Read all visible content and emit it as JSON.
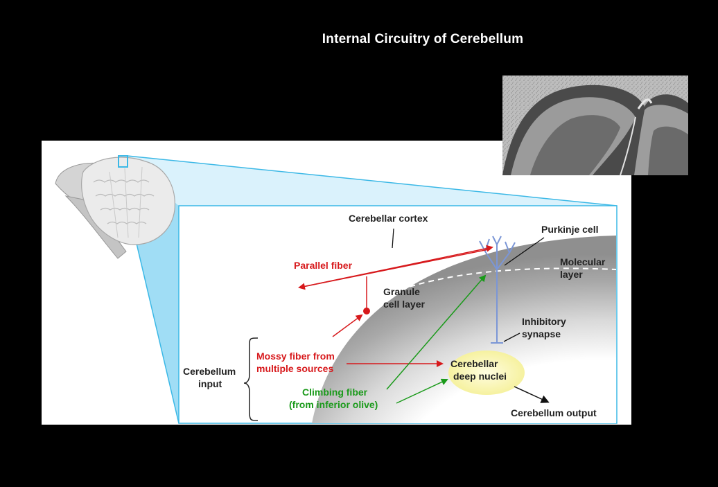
{
  "title": "Internal Circuitry of Cerebellum",
  "labels": {
    "cerebellar_cortex": "Cerebellar cortex",
    "purkinje_cell": "Purkinje cell",
    "molecular_layer": [
      "Molecular",
      "layer"
    ],
    "parallel_fiber": "Parallel fiber",
    "granule_cell_layer": [
      "Granule",
      "cell layer"
    ],
    "inhibitory_synapse": [
      "Inhibitory",
      "synapse"
    ],
    "cerebellum_input": [
      "Cerebellum",
      "input"
    ],
    "mossy_fiber": [
      "Mossy fiber from",
      "multiple sources"
    ],
    "deep_nuclei": [
      "Cerebellar",
      "deep nuclei"
    ],
    "climbing_fiber": [
      "Climbing fiber",
      "(from inferior olive)"
    ],
    "cerebellum_output": "Cerebellum output"
  },
  "colors": {
    "background": "#000000",
    "panel": "#ffffff",
    "title": "#ffffff",
    "red_pathway": "#d7191c",
    "green_pathway": "#1a9a1a",
    "purkinje_blue": "#7b96d6",
    "zoom_frame": "#3bb8e6",
    "nuclei_fill": "#fbf8b0",
    "label_text": "#222222"
  }
}
